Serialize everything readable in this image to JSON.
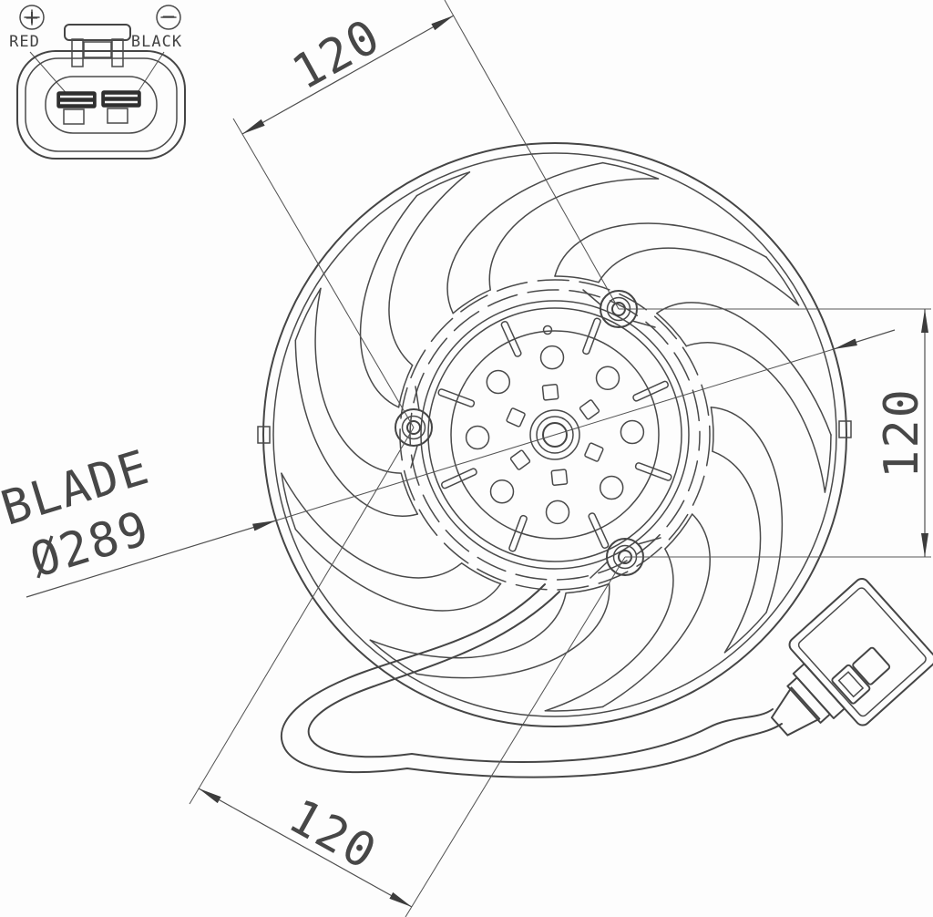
{
  "drawing": {
    "kind": "radiator-cooling-fan-technical-drawing",
    "line_color": "#454545",
    "background": "#fdfdfd"
  },
  "connector_detail": {
    "positive_symbol": "+",
    "positive_label": "RED",
    "negative_symbol": "−",
    "negative_label": "BLACK"
  },
  "dimensions": {
    "spacing_top": "120",
    "spacing_right": "120",
    "spacing_bottom": "120",
    "blade_label": "BLADE",
    "blade_diameter": "Ø289"
  },
  "fan": {
    "blade_count": 9,
    "mounting_bosses": 3
  }
}
